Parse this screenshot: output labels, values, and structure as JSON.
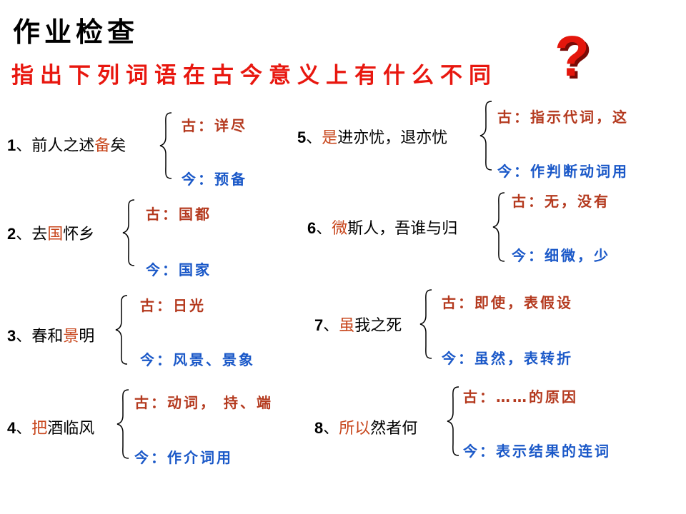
{
  "title": "作业检查",
  "subtitle": "指出下列词语在古今意义上有什么不同",
  "question_mark": "?",
  "items": [
    {
      "num": "1",
      "sep": "、",
      "pre": "前人之述",
      "hl": "备",
      "post": "矣",
      "gu": "古：详尽",
      "jin": "今：预备"
    },
    {
      "num": "2",
      "sep": "、",
      "pre": "去",
      "hl": "国",
      "post": "怀乡",
      "gu": "古：国都",
      "jin": "今：国家"
    },
    {
      "num": "3",
      "sep": "、",
      "pre": "春和",
      "hl": "景",
      "post": "明",
      "gu": "古：日光",
      "jin": "今：风景、景象"
    },
    {
      "num": "4",
      "sep": "、",
      "pre": "",
      "hl": "把",
      "post": "酒临风",
      "gu": "古：动词， 持、端",
      "jin": "今：作介词用"
    },
    {
      "num": "5",
      "sep": "、",
      "pre": "",
      "hl": "是",
      "post": "进亦忧，退亦忧",
      "gu": "古：指示代词，这",
      "jin": "今：作判断动词用"
    },
    {
      "num": "6",
      "sep": "、",
      "pre": "",
      "hl": "微",
      "post": "斯人，吾谁与归",
      "gu": "古：无，没有",
      "jin": "今：细微，少"
    },
    {
      "num": "7",
      "sep": "、",
      "pre": "",
      "hl": "虽",
      "post": "我之死",
      "gu": "古：即使，表假设",
      "jin": "今：虽然，表转折"
    },
    {
      "num": "8",
      "sep": "、",
      "pre": "",
      "hl": "所以",
      "post": "然者何",
      "gu": "古：……的原因",
      "jin": "今：表示结果的连词"
    }
  ]
}
